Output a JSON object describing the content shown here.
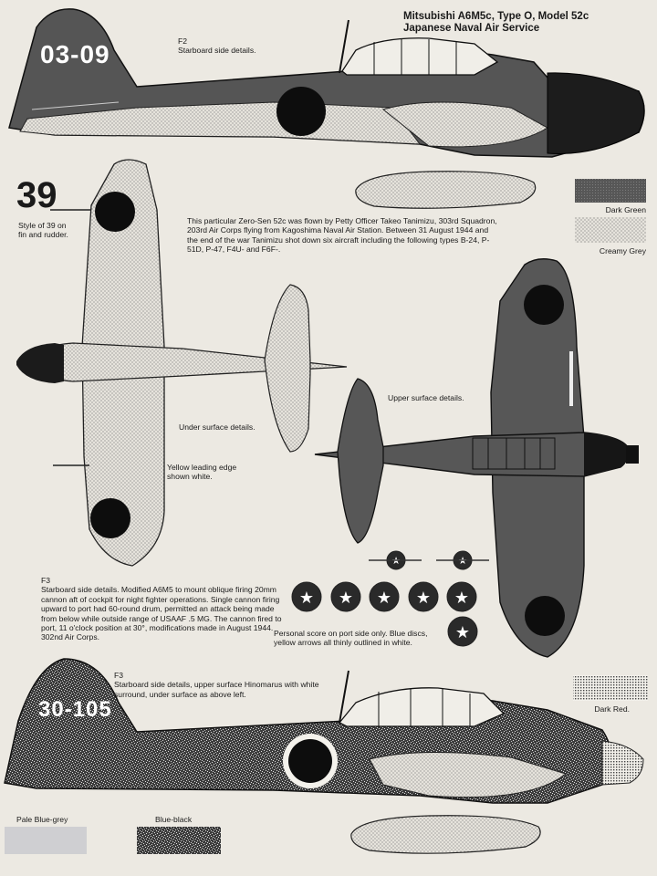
{
  "header": {
    "title_line1": "Mitsubishi A6M5c, Type O, Model 52c",
    "title_line2": "Japanese Naval Air Service"
  },
  "profile_f2": {
    "label": "F2",
    "caption": "Starboard side details.",
    "code": "03-09"
  },
  "aircraft_39": {
    "number": "39",
    "style_note": "Style of 39 on fin and rudder.",
    "description": "This particular Zero-Sen 52c was flown by Petty Officer Takeo Tanimizu, 303rd Squadron, 203rd Air Corps flying from Kagoshima Naval Air Station. Between 31 August 1944 and the end of the war Tanimizu shot down six aircraft including the following types B-24, P-51D, P-47, F4U- and F6F-.",
    "under_surface": "Under surface details.",
    "leading_edge": "Yellow leading edge shown white.",
    "upper_surface": "Upper surface details.",
    "score_note": "Personal score on port side only. Blue discs, yellow arrows all thinly outlined in white."
  },
  "profile_f3": {
    "label": "F3",
    "description": "Starboard side details. Modified A6M5 to mount oblique firing 20mm cannon aft of cockpit for night fighter operations. Single cannon firing upward to port had 60-round drum, permitted an attack being made from below while outside range of USAAF .5 MG. The cannon fired to port, 11 o'clock position at 30°, modifications made in August 1944. 302nd Air Corps.",
    "lower_label": "F3",
    "lower_caption": "Starboard side details, upper surface Hinomarus with white surround, under surface as above left.",
    "code": "30-105"
  },
  "colour_key": [
    {
      "name": "Dark Green",
      "hex": "#5a5a5a"
    },
    {
      "name": "Creamy Grey",
      "hex": "#d6d3cb"
    },
    {
      "name": "Dark Red.",
      "hex": "#6a6a6a"
    },
    {
      "name": "Pale Blue-grey",
      "hex": "#cfcfd2"
    },
    {
      "name": "Blue-black",
      "hex": "#3a3a3a"
    }
  ]
}
